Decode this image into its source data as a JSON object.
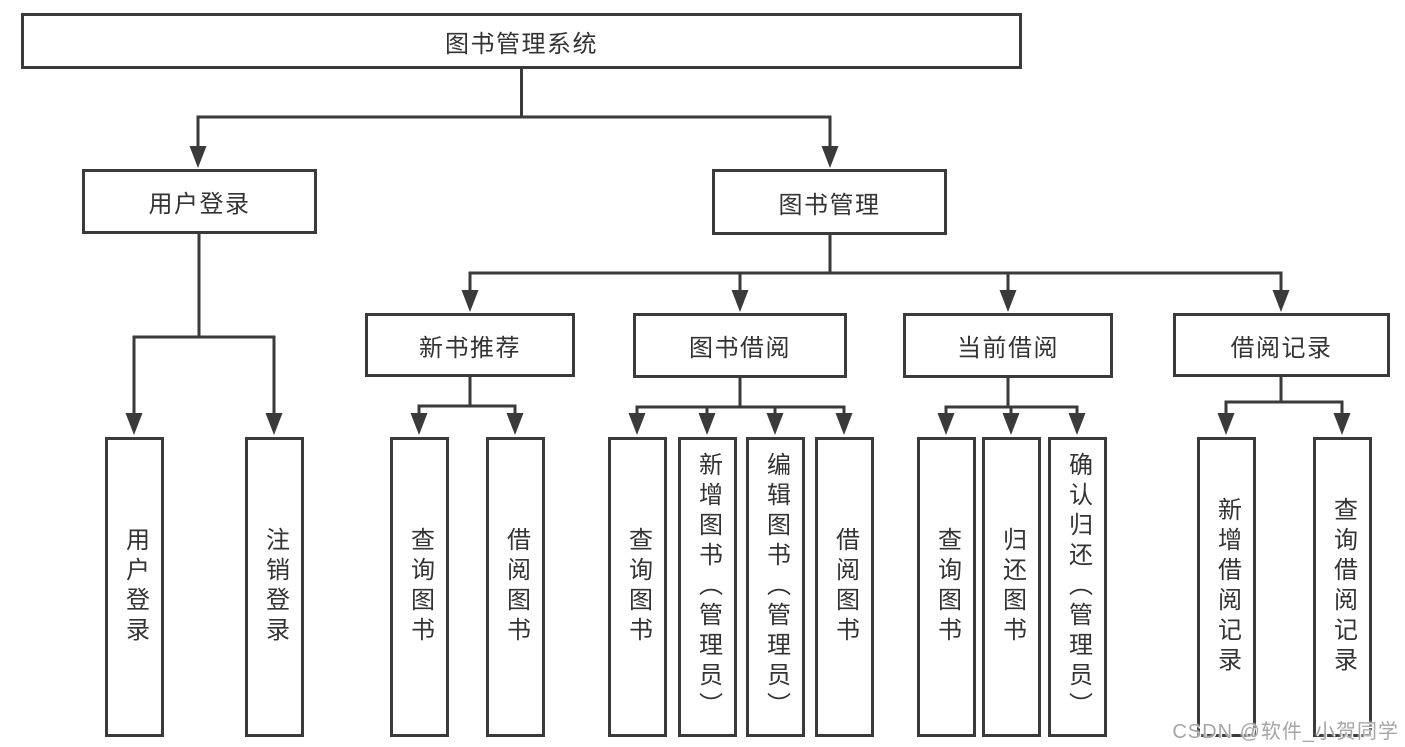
{
  "tree": {
    "root": "图书管理系统",
    "level2": [
      "用户登录",
      "图书管理"
    ],
    "level3": [
      "新书推荐",
      "图书借阅",
      "当前借阅",
      "借阅记录"
    ],
    "leaves": {
      "user_login": [
        "用户登录",
        "注销登录"
      ],
      "new_book_rec": [
        "查询图书",
        "借阅图书"
      ],
      "book_borrow": [
        "查询图书",
        "新增图书（管理员）",
        "编辑图书（管理员）",
        "借阅图书"
      ],
      "current_borrow": [
        "查询图书",
        "归还图书",
        "确认归还（管理员）"
      ],
      "borrow_records": [
        "新增借阅记录",
        "查询借阅记录"
      ]
    }
  },
  "watermark": "CSDN @软件_小贺同学",
  "colors": {
    "line": "#3a3a3a",
    "text": "#333333",
    "watermark": "#a6a6a6",
    "background": "#ffffff"
  }
}
